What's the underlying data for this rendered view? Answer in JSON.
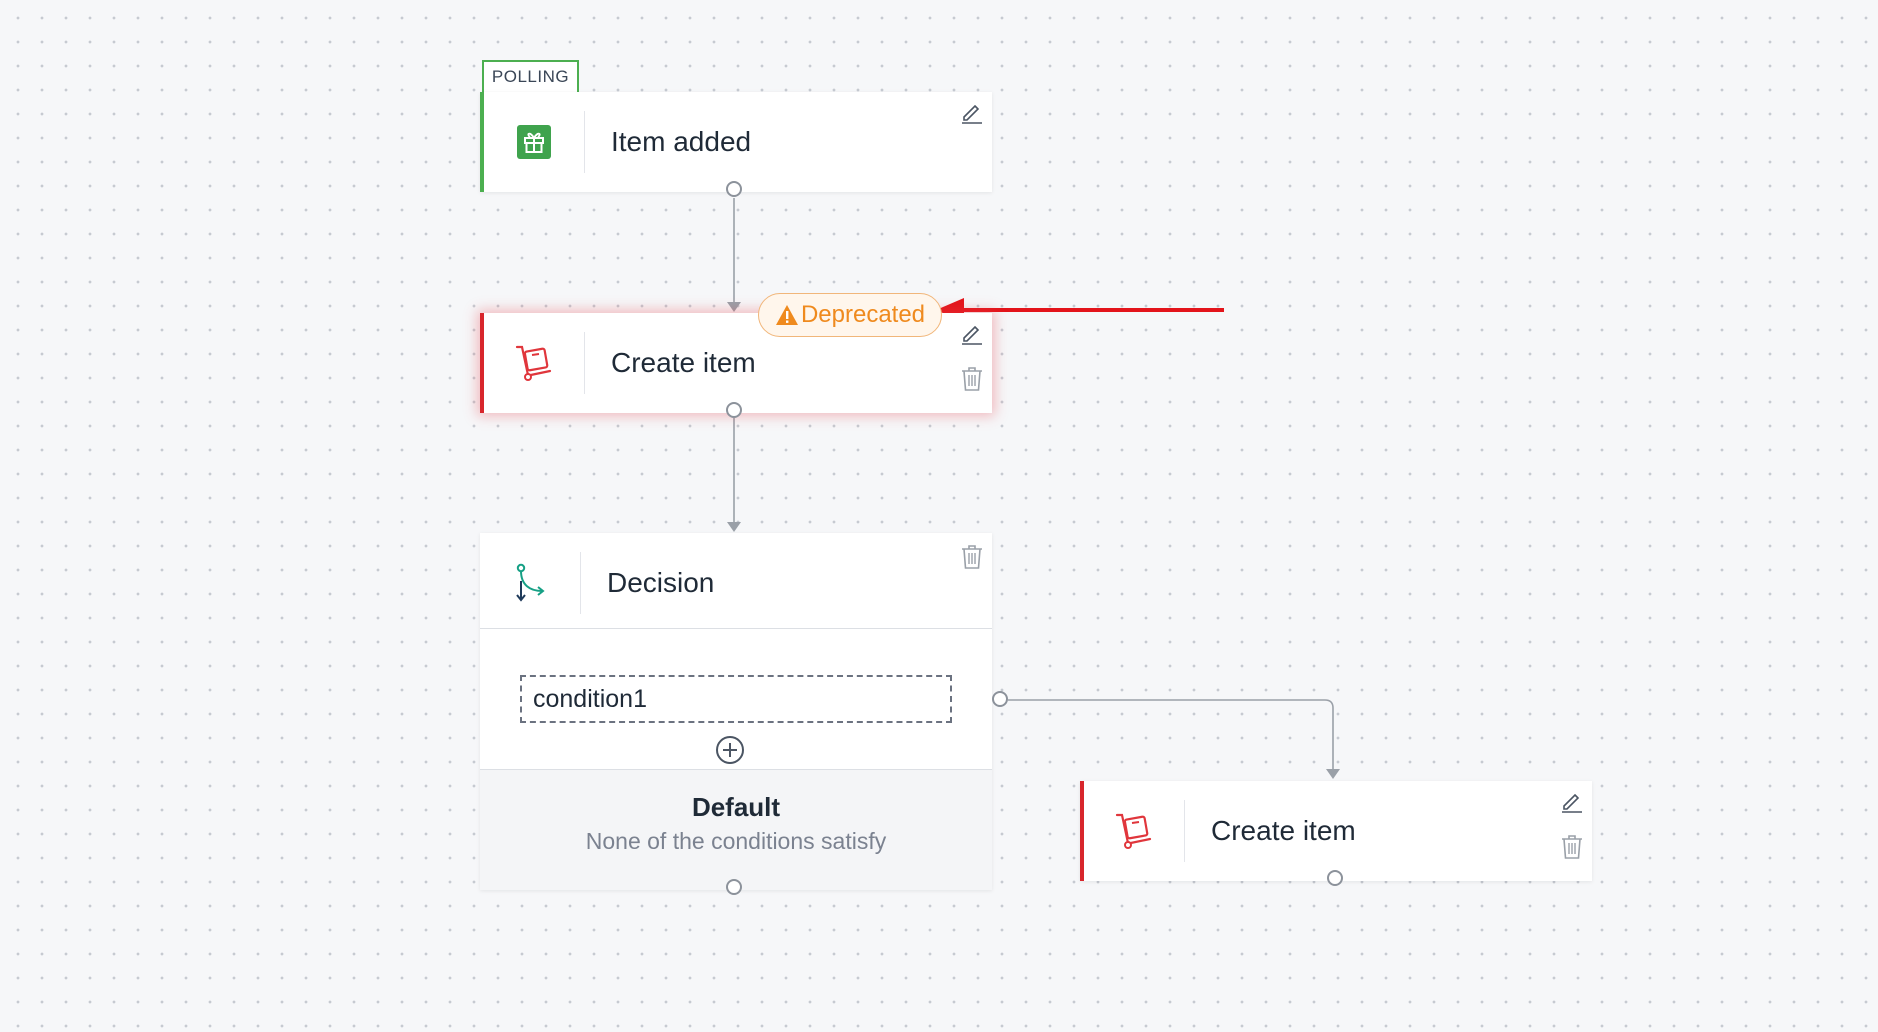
{
  "canvas": {
    "background": "#f6f7f9",
    "dot_color": "#c6cad1"
  },
  "trigger": {
    "tag": "POLLING",
    "title": "Item added",
    "icon": "gift-box-icon",
    "accent": "#4caf50"
  },
  "step1": {
    "title": "Create item",
    "icon": "hand-truck-icon",
    "badge": "Deprecated",
    "badge_icon": "warning-triangle-icon",
    "accent": "#d8262c",
    "badge_color": "#ef8a1e"
  },
  "decision": {
    "title": "Decision",
    "icon": "branch-arrow-icon",
    "condition": "condition1",
    "default_title": "Default",
    "default_subtitle": "None of the conditions satisfy"
  },
  "step2": {
    "title": "Create item",
    "icon": "hand-truck-icon",
    "accent": "#d8262c"
  },
  "annotation": {
    "arrow_color": "#e3141b"
  }
}
